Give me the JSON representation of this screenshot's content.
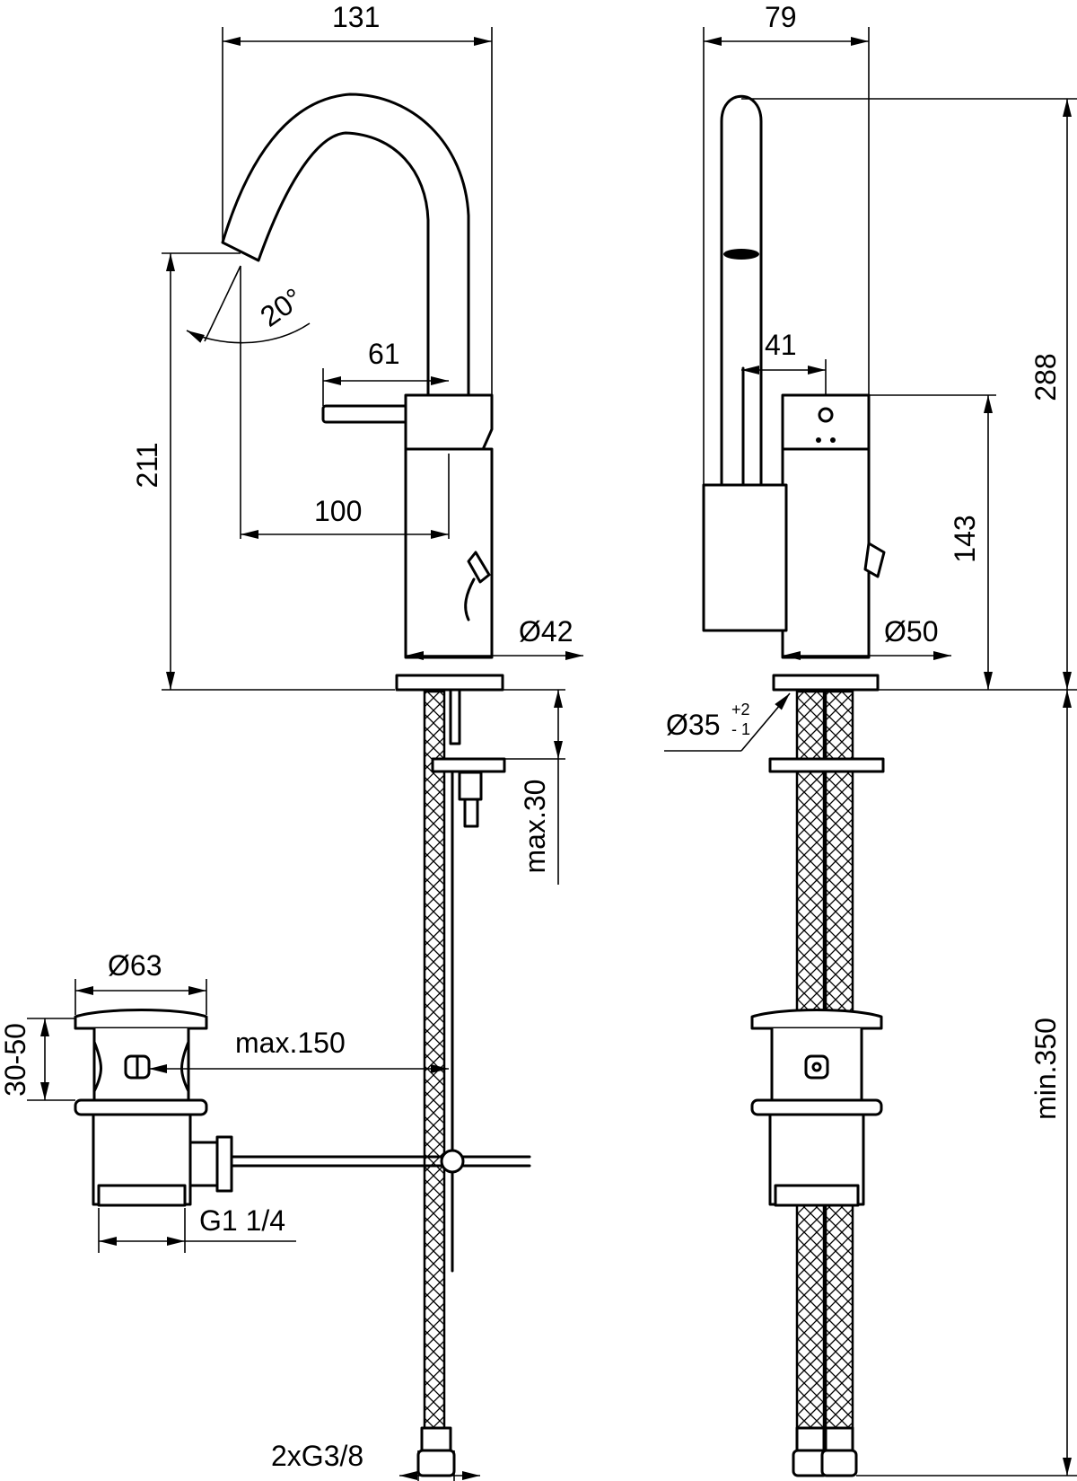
{
  "dimensions": {
    "left_width": "131",
    "side_width": "79",
    "spout_height": "211",
    "total_height": "288",
    "swivel_angle": "20°",
    "lever_reach": "61",
    "spout_reach": "100",
    "body_diameter": "Ø42",
    "side_reach": "41",
    "body_height": "143",
    "side_diameter": "Ø50",
    "hole_diameter": "Ø35",
    "hole_tol_plus": "+2",
    "hole_tol_minus": "- 1",
    "deck_thickness": "max.30",
    "hose_length": "min.350",
    "waste_diameter": "Ø63",
    "waste_height": "30-50",
    "rod_length": "max.150",
    "waste_thread": "G1 1/4",
    "hose_thread": "2xG3/8"
  }
}
